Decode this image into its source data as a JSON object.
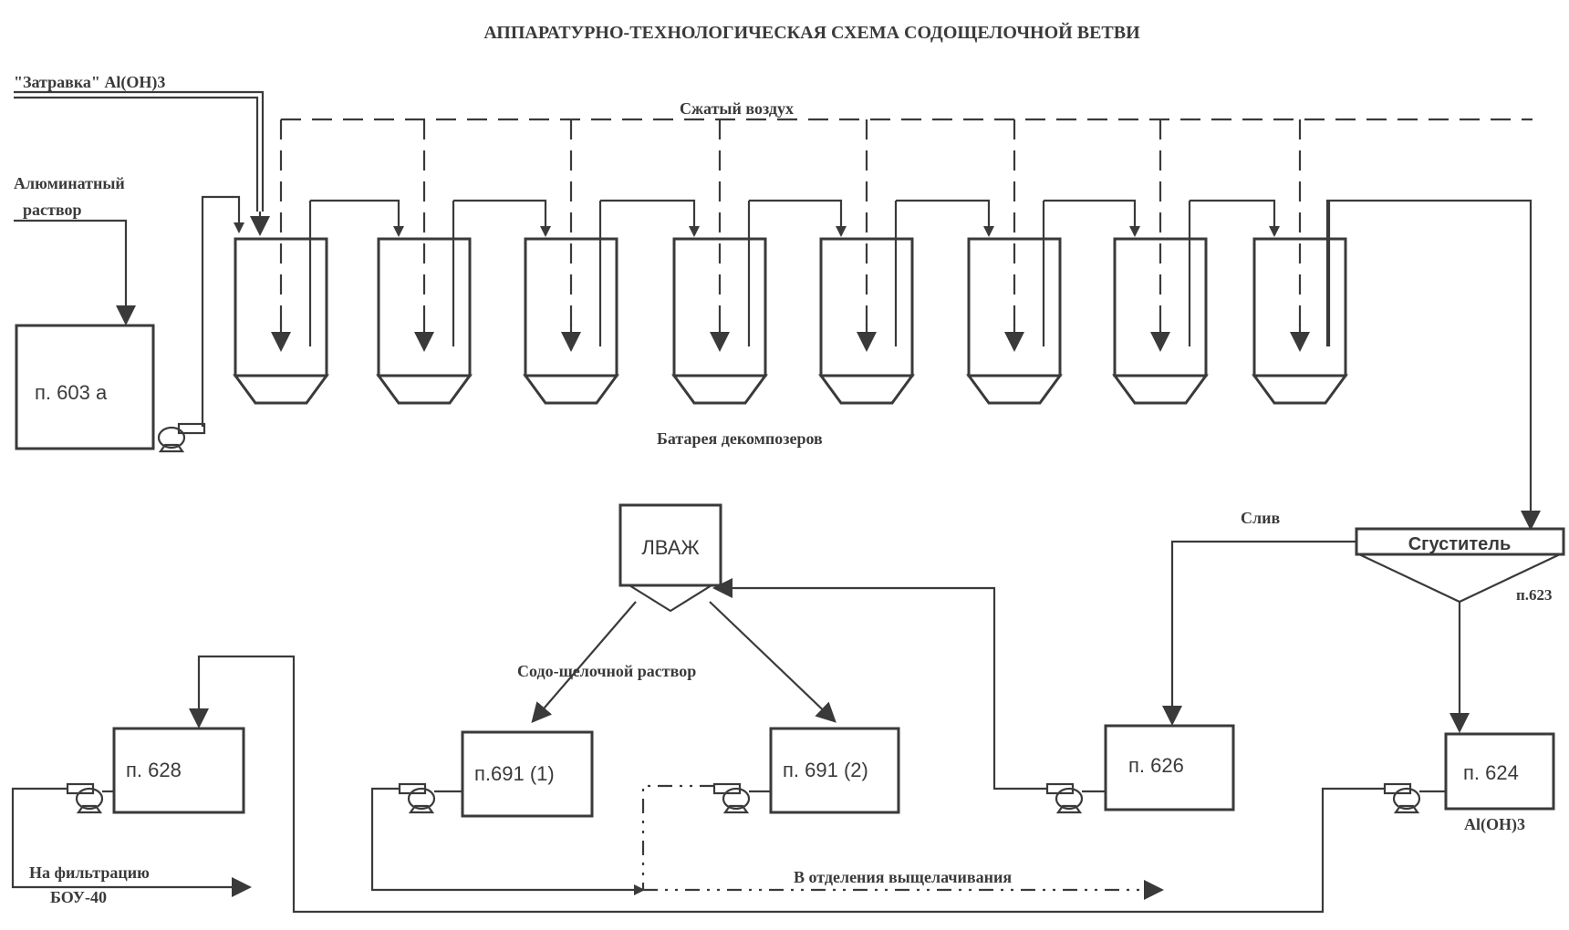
{
  "title": "АППАРАТУРНО-ТЕХНОЛОГИЧЕСКАЯ СХЕМА СОДОЩЕЛОЧНОЙ ВЕТВИ",
  "inputs": {
    "seed": "\"Затравка\" Al(OH)3",
    "aluminate_line1": "Алюминатный",
    "aluminate_line2": "раствор",
    "compressed_air": "Сжатый воздух"
  },
  "decomposer_battery": {
    "label": "Батарея декомпозеров",
    "count": 8
  },
  "tanks": {
    "p603a": "п. 603 а",
    "p628": "п. 628",
    "p691_1": "п.691 (1)",
    "p691_2": "п. 691 (2)",
    "p626": "п. 626",
    "p624": "п. 624"
  },
  "thickener": {
    "label": "Сгуститель",
    "number": "п.623",
    "overflow_label": "Слив"
  },
  "lvazh": "ЛВАЖ",
  "labels": {
    "soda_alkali_solution": "Содо-щелочной раствор",
    "to_filtration_line1": "На фильтрацию",
    "to_filtration_line2": "БОУ-40",
    "to_leaching": "В отделения выщелачивания",
    "aloh3_product": "Al(OH)3"
  }
}
